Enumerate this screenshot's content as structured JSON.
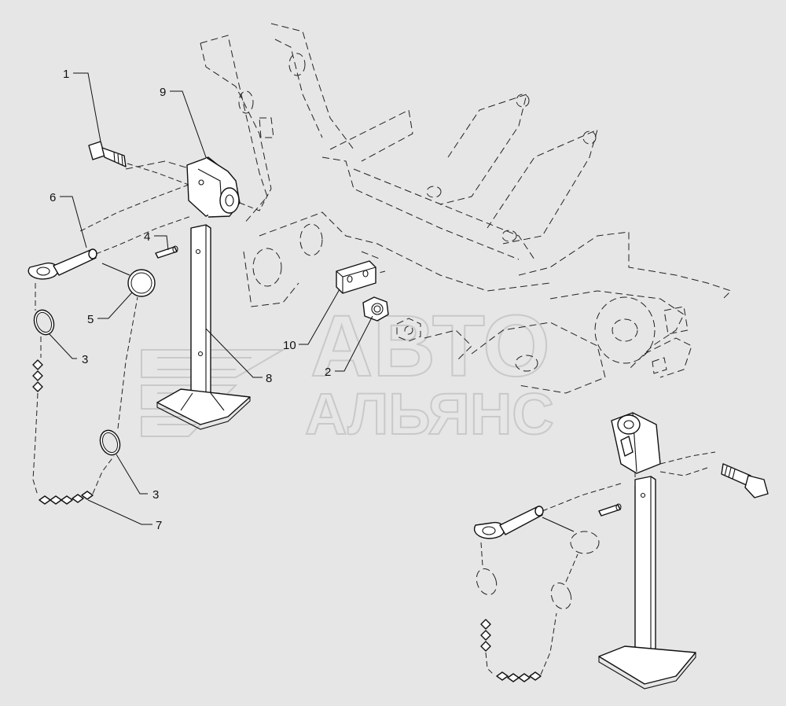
{
  "watermark": {
    "line1": "АВТО",
    "line2": "АЛЬЯНС"
  },
  "callouts": [
    {
      "id": "c1",
      "text": "1"
    },
    {
      "id": "c9",
      "text": "9"
    },
    {
      "id": "c6",
      "text": "6"
    },
    {
      "id": "c4",
      "text": "4"
    },
    {
      "id": "c5",
      "text": "5"
    },
    {
      "id": "c3a",
      "text": "3"
    },
    {
      "id": "c10",
      "text": "10"
    },
    {
      "id": "c2",
      "text": "2"
    },
    {
      "id": "c8",
      "text": "8"
    },
    {
      "id": "c3b",
      "text": "3"
    },
    {
      "id": "c7",
      "text": "7"
    }
  ],
  "colors": {
    "background": "#e6e6e6",
    "line": "#111111",
    "watermark": "#c9c9c9"
  }
}
